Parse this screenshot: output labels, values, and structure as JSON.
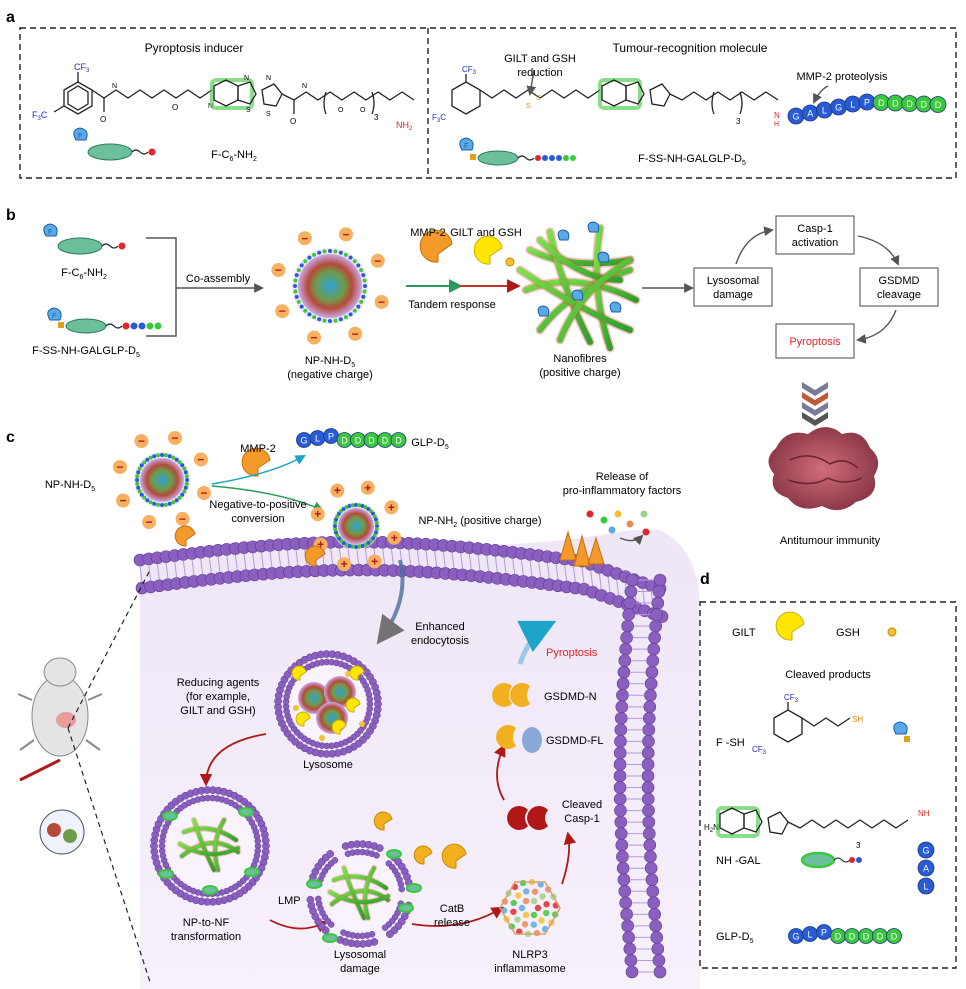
{
  "panels": {
    "a": {
      "letter": "a",
      "left_title": "Pyroptosis inducer",
      "right_title": "Tumour-recognition molecule",
      "gilt_gsh_reduction_line1": "GILT and GSH",
      "gilt_gsh_reduction_line2": "reduction",
      "mmp2_proteolysis": "MMP-2 proteolysis",
      "compound1_label": "F-C",
      "compound1_sub": "6",
      "compound1_suffix": "-NH",
      "compound1_sub2": "2",
      "compound2_label": "F-SS-NH-GALGLP-D",
      "compound2_sub": "5",
      "cf3": "CF",
      "cf3_sub": "3",
      "f3c": "F",
      "f3c_sub": "3",
      "f3c_suffix": "C",
      "nh2": "NH",
      "nh2_sub": "2",
      "n_repeat": "3",
      "peptide_right": [
        "G",
        "A",
        "L",
        "G",
        "L",
        "P",
        "D",
        "D",
        "D",
        "D",
        "D"
      ]
    },
    "b": {
      "letter": "b",
      "mol1_label": "F-C",
      "mol1_sub": "6",
      "mol1_suffix": "-NH",
      "mol1_sub2": "2",
      "mol2_label": "F-SS-NH-GALGLP-D",
      "mol2_sub": "5",
      "co_assembly": "Co-assembly",
      "np_label": "NP-NH-D",
      "np_sub": "5",
      "np_charge": "(negative charge)",
      "mmp2": "MMP-2",
      "gilt_gsh": "GILT and GSH",
      "tandem": "Tandem response",
      "nanofibres": "Nanofibres",
      "nanofibres_charge": "(positive charge)",
      "flow": {
        "lysosomal_damage_1": "Lysosomal",
        "lysosomal_damage_2": "damage",
        "casp1_1": "Casp-1",
        "casp1_2": "activation",
        "gsdmd_1": "GSDMD",
        "gsdmd_2": "cleavage",
        "pyroptosis": "Pyroptosis"
      },
      "antitumour": "Antitumour immunity"
    },
    "c": {
      "letter": "c",
      "np_label": "NP-NH-D",
      "np_sub": "5",
      "mmp2": "MMP-2",
      "glp_label": "GLP-D",
      "glp_sub": "5",
      "glp_peptide": [
        "G",
        "L",
        "P",
        "D",
        "D",
        "D",
        "D",
        "D"
      ],
      "neg_to_pos_1": "Negative-to-positive",
      "neg_to_pos_2": "conversion",
      "np_nh2": "NP-NH",
      "np_nh2_sub": "2",
      "np_nh2_suffix": " (positive charge)",
      "release_1": "Release of",
      "release_2": "pro-inflammatory factors",
      "enhanced_1": "Enhanced",
      "enhanced_2": "endocytosis",
      "pyroptosis": "Pyroptosis",
      "reducing_1": "Reducing  agents",
      "reducing_2": "(for example,",
      "reducing_3": "GILT and GSH)",
      "lysosome": "Lysosome",
      "gsdmd_n": "GSDMD-N",
      "gsdmd_fl": "GSDMD-FL",
      "cleaved_1": "Cleaved",
      "cleaved_2": "Casp-1",
      "np_to_nf_1": "NP-to-NF",
      "np_to_nf_2": "transformation",
      "lmp": "LMP",
      "lyso_damage_1": "Lysosomal",
      "lyso_damage_2": "damage",
      "catb_1": "CatB",
      "catb_2": "release",
      "nlrp3_1": "NLRP3",
      "nlrp3_2": "inflammasome"
    },
    "d": {
      "letter": "d",
      "gilt": "GILT",
      "gsh": "GSH",
      "cleaved_products": "Cleaved products",
      "fsh": "F -SH",
      "nhgal": "NH -GAL",
      "glpd": "GLP-D",
      "glpd_sub": "5",
      "sh": "SH",
      "cf3": "CF",
      "cf3_sub": "3",
      "h2n": "H",
      "h2n_sub": "2",
      "h2n_suffix": "N",
      "n_repeat": "3",
      "nh": "NH",
      "gal_peptide": [
        "G",
        "A",
        "L"
      ],
      "glp_peptide": [
        "G",
        "L",
        "P",
        "D",
        "D",
        "D",
        "D",
        "D"
      ]
    }
  },
  "colors": {
    "green_bead": "#3cc83c",
    "blue_bead": "#2a5bd7",
    "membrane": "#8a5fc0",
    "membrane_dark": "#5b3a8e",
    "orange": "#f39a2a",
    "yellow": "#ffe600",
    "red_arrow": "#b01818",
    "cyan_arrow": "#1ea3c9",
    "pyroptosis_red": "#e0262a",
    "nh_red": "#e0262a",
    "sh_orange": "#e08a00",
    "cf3_blue": "#2a2ac0"
  }
}
